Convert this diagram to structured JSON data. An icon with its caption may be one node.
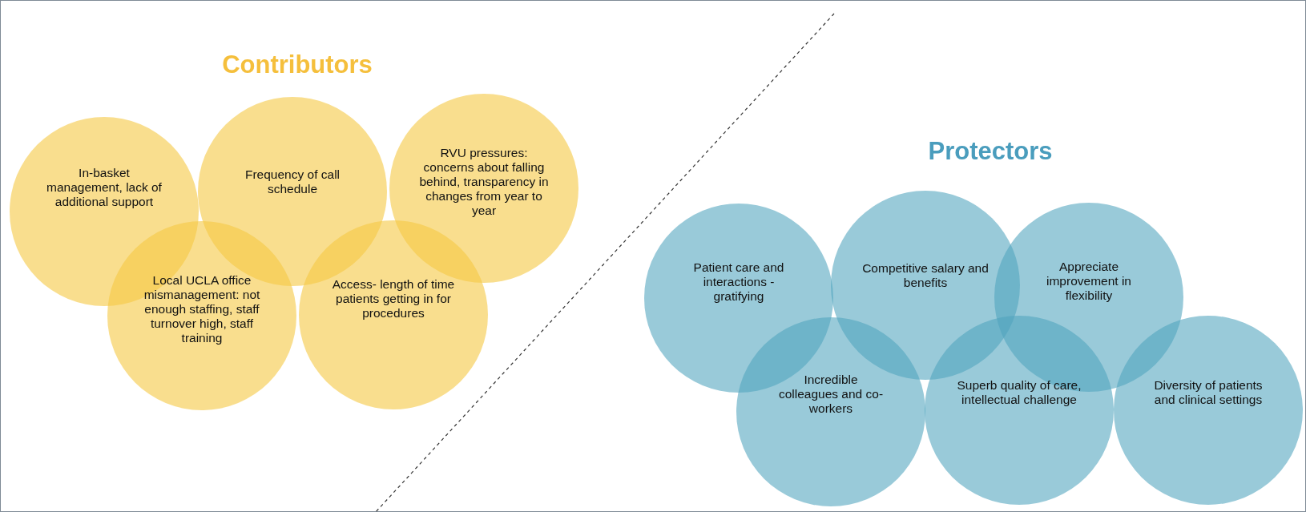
{
  "diagram": {
    "nodes": [
      {
        "text": [
          "In-basket management, lack of additional support"
        ]
      },
      {
        "text": [
          "Frequency of call schedule"
        ]
      },
      {
        "text": [
          "RVU pressures: concerns about falling behind, transparency in changes from year to year"
        ]
      },
      {
        "text": [
          "Local UCLA office mismanagement: not enough staffing, staff turnover high, staff training"
        ]
      },
      {
        "text": [
          "Access- length of time patients getting in for procedures"
        ]
      },
      {
        "text": [
          "Patient care and interactions - gratifying"
        ]
      },
      {
        "text": [
          "Competitive salary and benefits"
        ]
      },
      {
        "text": [
          "Appreciate improvement in flexibility"
        ]
      },
      {
        "text": [
          "Incredible colleagues and co-workers"
        ]
      },
      {
        "text": [
          "Superb quality of care, intellectual challenge"
        ]
      },
      {
        "text": [
          "Diversity of patients and clinical settings"
        ]
      }
    ],
    "labels": [
      "Contributors",
      "Protectors"
    ]
  }
}
